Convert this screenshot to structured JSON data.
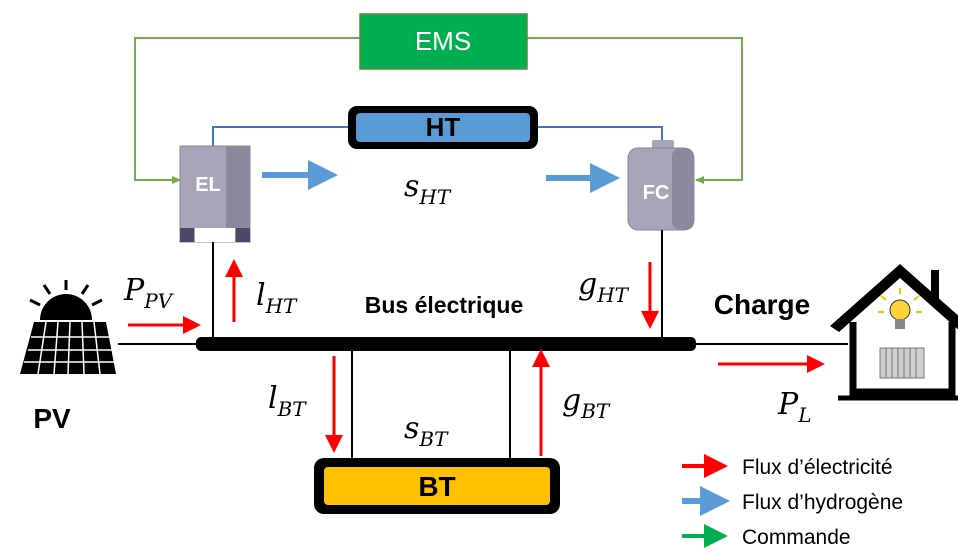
{
  "nodes": {
    "ems": "EMS",
    "ht": "HT",
    "bt": "BT",
    "el": "EL",
    "fc": "FC",
    "pv": "PV",
    "charge": "Charge",
    "bus": "Bus électrique"
  },
  "variables": {
    "p_pv": {
      "base": "P",
      "sub": "PV"
    },
    "l_ht": {
      "base": "l",
      "sub": "HT"
    },
    "s_ht": {
      "base": "s",
      "sub": "HT"
    },
    "g_ht": {
      "base": "g",
      "sub": "HT"
    },
    "l_bt": {
      "base": "l",
      "sub": "BT"
    },
    "s_bt": {
      "base": "s",
      "sub": "BT"
    },
    "g_bt": {
      "base": "g",
      "sub": "BT"
    },
    "p_l": {
      "base": "P",
      "sub": "L"
    }
  },
  "legend": [
    {
      "label": "Flux d’électricité",
      "color": "#ff0000"
    },
    {
      "label": "Flux d’hydrogène",
      "color": "#5b9bd5"
    },
    {
      "label": "Commande",
      "color": "#00b050"
    }
  ],
  "colors": {
    "ems_fill": "#00b050",
    "ht_fill": "#5b9bd5",
    "bt_fill": "#ffc000",
    "electricity_arrow": "#ff0000",
    "hydrogen_arrow": "#5b9bd5",
    "command_line": "#70ad47",
    "device_fill": "#a9a4b8",
    "h2_line": "#4472c4"
  },
  "icons": {
    "pv": "solar-panel-icon",
    "load": "house-with-bulb-and-radiator-icon",
    "electrolyzer": "electrolyzer-icon",
    "fuel_cell": "fuel-cell-icon"
  }
}
